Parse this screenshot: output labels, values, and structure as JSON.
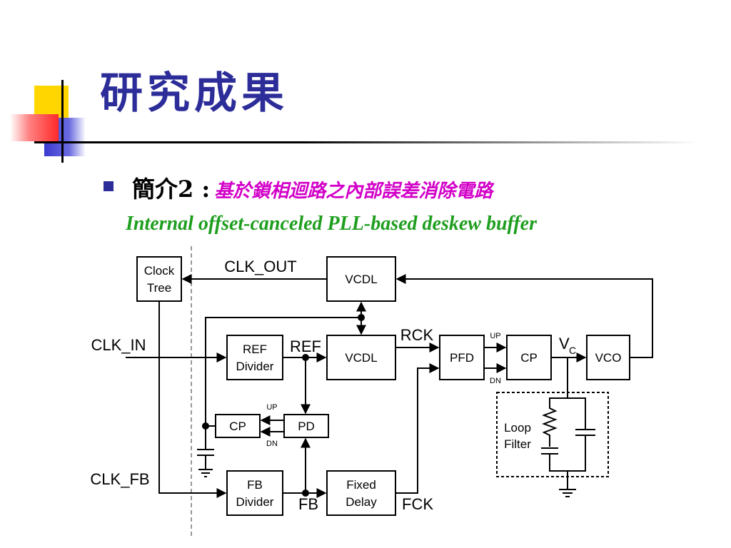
{
  "slide": {
    "title": "研究成果",
    "intro_label": "簡介2 :",
    "intro_subtitle_zh": "基於鎖相迴路之內部誤差消除電路",
    "subtitle_en": "Internal offset-canceled PLL-based deskew buffer"
  },
  "diagram": {
    "blocks": {
      "clock_tree": [
        "Clock",
        "Tree"
      ],
      "vcdl_top": "VCDL",
      "ref_divider": [
        "REF",
        "Divider"
      ],
      "vcdl_mid": "VCDL",
      "pfd": "PFD",
      "cp_main": "CP",
      "vco": "VCO",
      "cp_small": "CP",
      "pd": "PD",
      "fb_divider": [
        "FB",
        "Divider"
      ],
      "fixed_delay": [
        "Fixed",
        "Delay"
      ],
      "loop_filter": [
        "Loop",
        "Filter"
      ]
    },
    "signals": {
      "clk_out": "CLK_OUT",
      "clk_in": "CLK_IN",
      "clk_fb": "CLK_FB",
      "ref": "REF",
      "rck": "RCK",
      "fb": "FB",
      "fck": "FCK",
      "vc_main": "V",
      "vc_sub": "C",
      "up_main": "UP",
      "dn_main": "DN",
      "up_pd": "UP",
      "dn_pd": "DN"
    }
  },
  "colors": {
    "title": "#2d2d9a",
    "intro_subtitle": "#d200c8",
    "subtitle_en": "#1e9e1e",
    "deco_yellow": "#ffd600",
    "deco_blue": "#3a3ad0",
    "deco_red": "#ff4040"
  }
}
